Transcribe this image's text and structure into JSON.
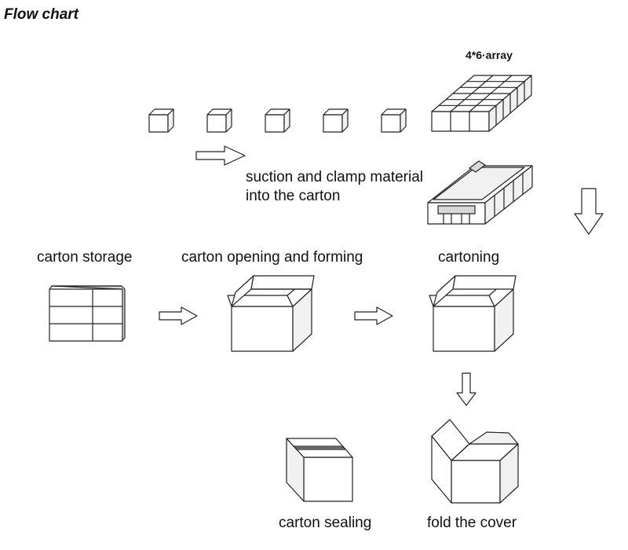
{
  "diagram": {
    "title": "Flow chart",
    "array_label": "4*6·array",
    "suction_label_line1": "suction and clamp material",
    "suction_label_line2": "into the carton",
    "steps": [
      {
        "id": "carton-storage",
        "label": "carton storage"
      },
      {
        "id": "carton-opening",
        "label": "carton opening and forming"
      },
      {
        "id": "cartoning",
        "label": "cartoning"
      },
      {
        "id": "fold-cover",
        "label": "fold the cover"
      },
      {
        "id": "carton-sealing",
        "label": "carton sealing"
      }
    ]
  }
}
